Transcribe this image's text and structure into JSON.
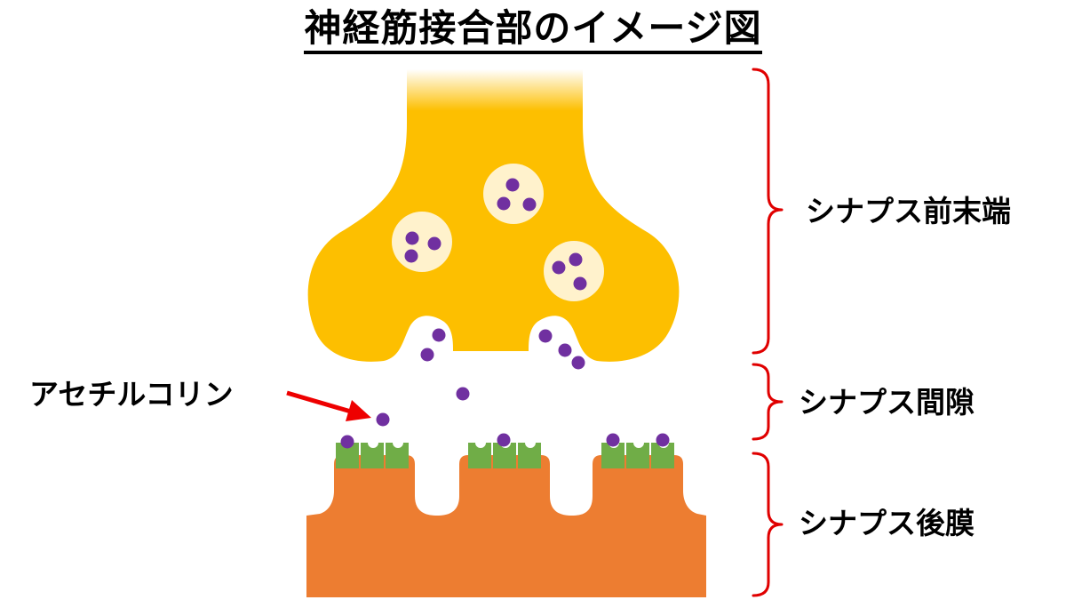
{
  "title": "神経筋接合部のイメージ図",
  "labels": {
    "presynaptic_terminal": "シナプス前末端",
    "synaptic_cleft": "シナプス間隙",
    "postsynaptic_membrane": "シナプス後膜",
    "acetylcholine": "アセチルコリン"
  },
  "colors": {
    "presynaptic": "#fdbf00",
    "vesicle": "#fff2cc",
    "acetylcholine": "#7030a0",
    "receptor": "#70ad47",
    "postsynaptic": "#ed7d31",
    "bracket": "#e00000",
    "arrow": "#ee0000"
  }
}
